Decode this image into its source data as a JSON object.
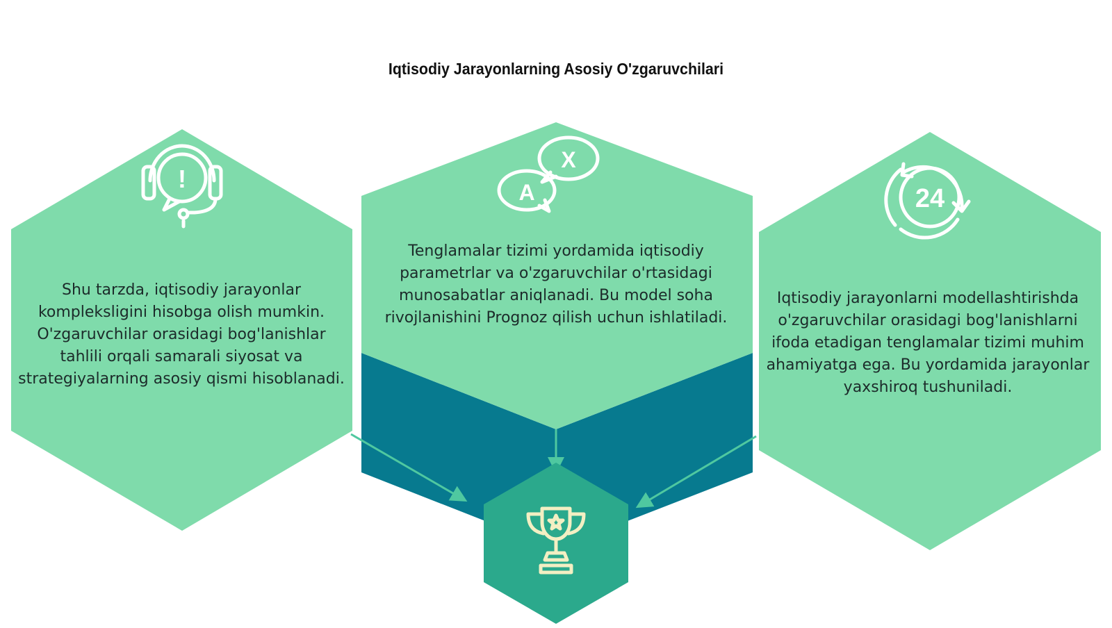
{
  "title": "Iqtisodiy Jarayonlarning Asosiy O'zgaruvchilari",
  "colors": {
    "hexagon_light": "#7fdbab",
    "band_dark": "#077a8f",
    "center_hex": "#2ba98c",
    "icon_white": "#ffffff",
    "icon_trophy": "#f3efc3",
    "arrow": "#4fc8a0"
  },
  "cards": [
    {
      "icon": "headset-alert-icon",
      "text": "Shu tarzda, iqtisodiy jarayonlar kompleksligini hisobga olish mumkin. O'zgaruvchilar orasidagi bog'lanishlar tahlili orqali samarali siyosat va strategiyalarning asosiy qismi hisoblanadi."
    },
    {
      "icon": "translate-speech-icon",
      "text": "Tenglamalar tizimi yordamida iqtisodiy parametrlar va o'zgaruvchilar o'rtasidagi munosabatlar aniqlanadi. Bu model soha rivojlanishini Prognoz qilish uchun ishlatiladi."
    },
    {
      "icon": "24-hours-icon",
      "text": "Iqtisodiy jarayonlarni modellashtirishda o'zgaruvchilar orasidagi bog'lanishlarni ifoda etadigan tenglamalar tizimi muhim ahamiyatga ega. Bu yordamida jarayonlar yaxshiroq tushuniladi."
    }
  ],
  "center": {
    "icon": "trophy-icon"
  },
  "icon_glyphs": {
    "alert_mark": "!",
    "letter_a": "A",
    "letter_x": "X",
    "hours": "24"
  }
}
